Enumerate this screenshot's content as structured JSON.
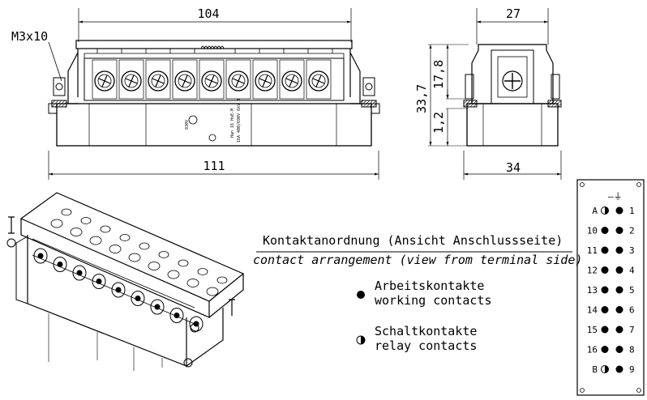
{
  "dimensions": {
    "width_top": "104",
    "width_bottom": "111",
    "side_top": "27",
    "side_bottom": "34",
    "height_total": "33,7",
    "height_upper": "17,8",
    "height_lower": "1,2",
    "screw": "M3x10"
  },
  "housing_print": {
    "line1": "Han 16 HsE-M",
    "line2": "16A 400/690V 6kV 3",
    "line3": "830V"
  },
  "arrangement": {
    "title_de": "Kontaktanordnung (Ansicht Anschlussseite)",
    "title_en": "contact arrangement (view from terminal side)"
  },
  "legend": {
    "working_de": "Arbeitskontakte",
    "working_en": "working contacts",
    "relay_de": "Schaltkontakte",
    "relay_en": "relay contacts"
  },
  "pin_grid": {
    "ground_symbol": "—⏚",
    "rows": [
      {
        "left": "A",
        "right": "1",
        "left_type": "relay"
      },
      {
        "left": "10",
        "right": "2",
        "left_type": "working"
      },
      {
        "left": "11",
        "right": "3",
        "left_type": "working"
      },
      {
        "left": "12",
        "right": "4",
        "left_type": "working"
      },
      {
        "left": "13",
        "right": "5",
        "left_type": "working"
      },
      {
        "left": "14",
        "right": "6",
        "left_type": "working"
      },
      {
        "left": "15",
        "right": "7",
        "left_type": "working"
      },
      {
        "left": "16",
        "right": "8",
        "left_type": "working"
      },
      {
        "left": "B",
        "right": "9",
        "left_type": "relay"
      }
    ]
  }
}
